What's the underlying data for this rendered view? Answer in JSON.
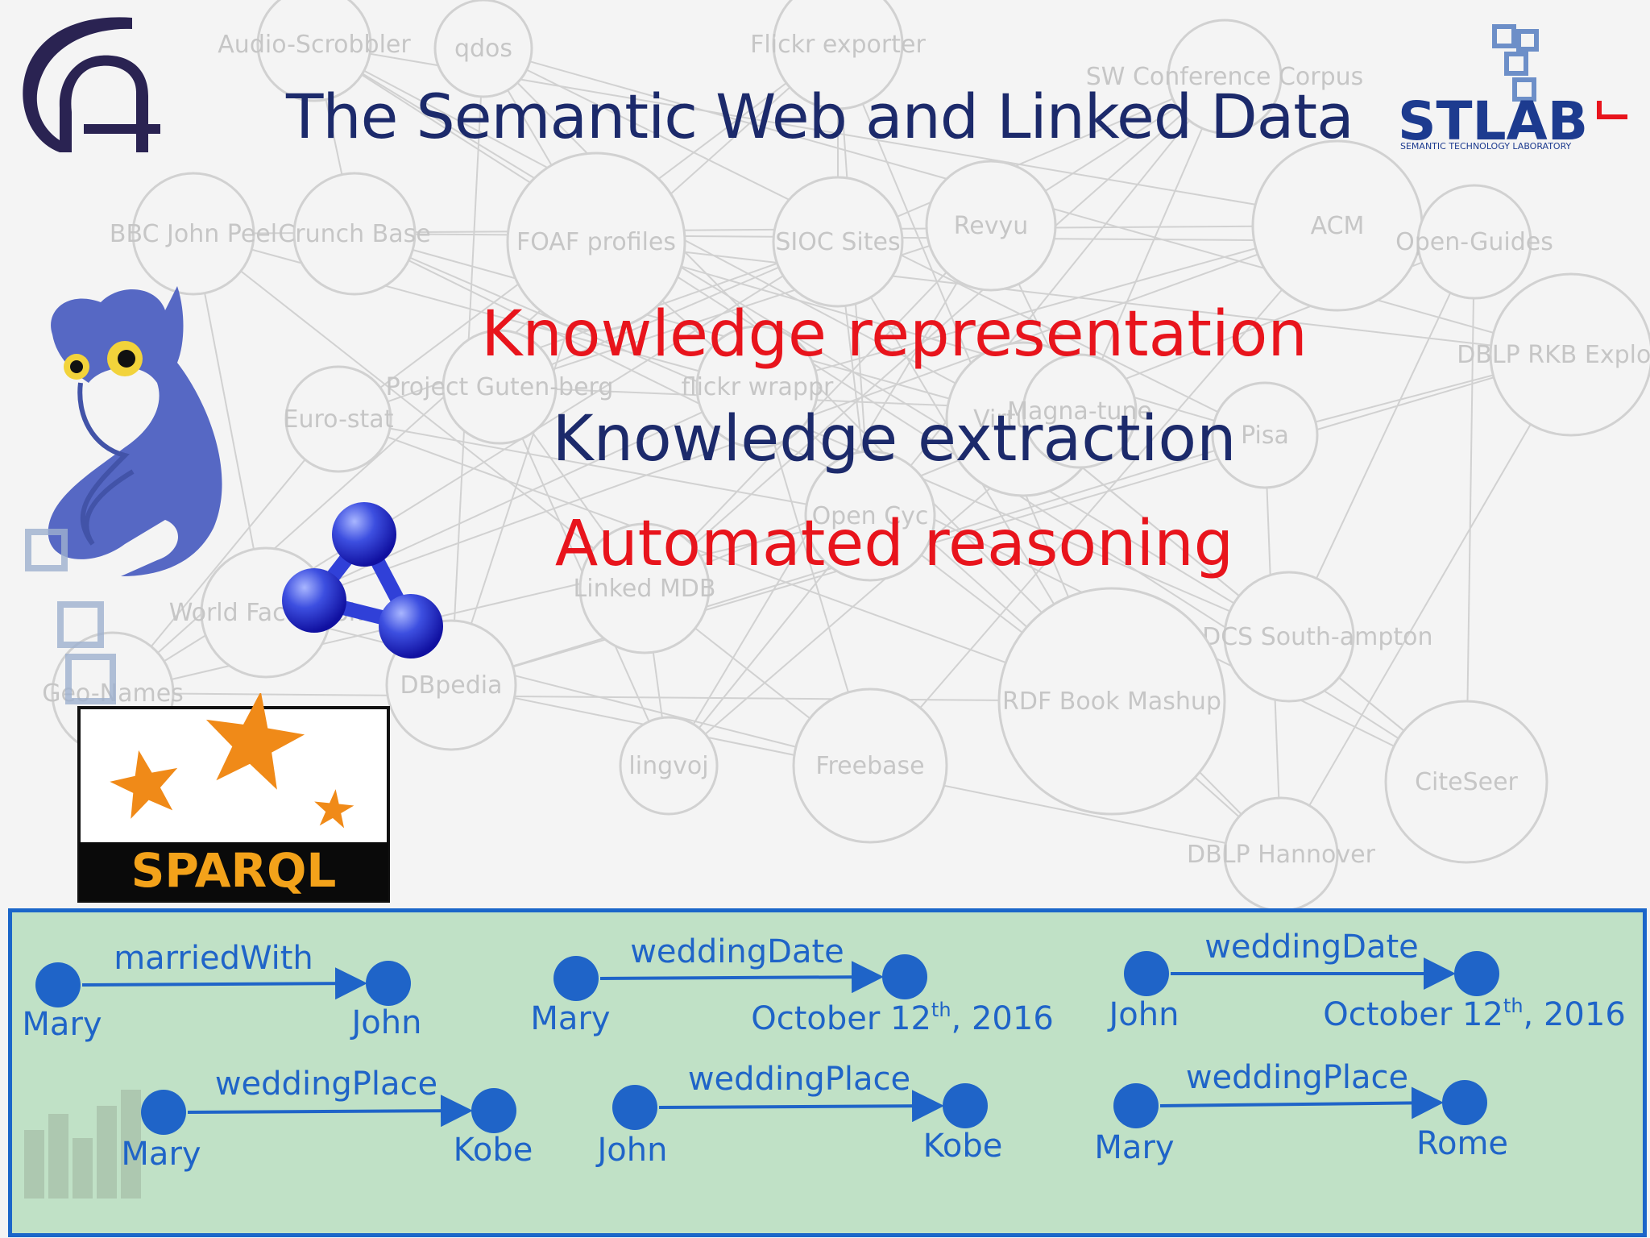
{
  "slide": {
    "title": "The Semantic Web and Linked Data",
    "topics": [
      {
        "text": "Knowledge representation",
        "color": "#e8141c"
      },
      {
        "text": "Knowledge extraction",
        "color": "#1c2a6b"
      },
      {
        "text": "Automated reasoning",
        "color": "#e8141c"
      }
    ]
  },
  "logos": {
    "cnr": "cnr-logo-icon",
    "stlab": {
      "text": "STLAB",
      "subtitle": "SEMANTIC TECHNOLOGY LABORATORY"
    },
    "owl": "owl-icon",
    "rdf": "rdf-molecule-icon",
    "sparql": {
      "text": "SPARQL"
    }
  },
  "background_cloud": [
    "Audio-Scrobbler",
    "qdos",
    "Flickr exporter",
    "SW Conference Corpus",
    "BBC John Peel",
    "Crunch Base",
    "FOAF profiles",
    "SIOC Sites",
    "Revyu",
    "ACM",
    "Open-Guides",
    "DBLP RKB Explorer",
    "Euro-stat",
    "Project Guten-berg",
    "flickr wrappr",
    "Virtuoso",
    "Pisa",
    "Open Cyc",
    "Linked MDB",
    "World Fact-book",
    "RKB DCS South-ampton",
    "DBpedia",
    "RDF Book Mashup",
    "lingvoj",
    "Freebase",
    "CiteSeer",
    "DBLP Hannover",
    "Geo-Names",
    "Magna-tune"
  ],
  "triples": [
    {
      "subject": "Mary",
      "predicate": "marriedWith",
      "object": "John"
    },
    {
      "subject": "Mary",
      "predicate": "weddingDate",
      "object": "October 12",
      "object_sup": "th",
      "object_suffix": ", 2016"
    },
    {
      "subject": "John",
      "predicate": "weddingDate",
      "object": "October 12",
      "object_sup": "th",
      "object_suffix": ", 2016"
    },
    {
      "subject": "Mary",
      "predicate": "weddingPlace",
      "object": "Kobe"
    },
    {
      "subject": "John",
      "predicate": "weddingPlace",
      "object": "Kobe"
    },
    {
      "subject": "Mary",
      "predicate": "weddingPlace",
      "object": "Rome"
    }
  ],
  "colors": {
    "title": "#1c2a6b",
    "accent_red": "#e8141c",
    "graph_blue": "#1f64c8",
    "panel_border": "#1b66c9",
    "sparql_star": "#f08a18"
  }
}
